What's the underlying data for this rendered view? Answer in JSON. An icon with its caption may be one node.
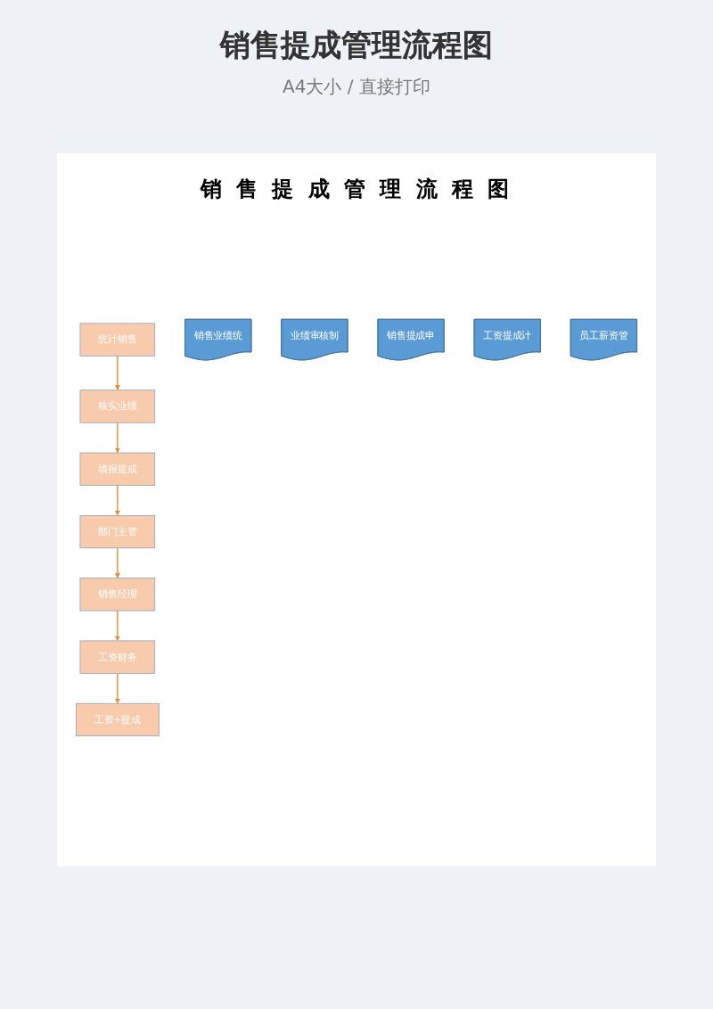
{
  "diagram": {
    "title": "销售提成管理流程图",
    "caption": "A4大小 / 直接打印",
    "nodes": [
      {
        "text": [
          "统计销售"
        ]
      },
      {
        "text": [
          "销售业绩统"
        ]
      },
      {
        "text": [
          "核实业绩"
        ]
      },
      {
        "text": [
          "业绩审核制"
        ]
      },
      {
        "text": [
          "填报提成"
        ]
      },
      {
        "text": [
          "销售提成申"
        ]
      },
      {
        "text": [
          "工资提成计"
        ]
      },
      {
        "text": [
          "部门主管"
        ]
      },
      {
        "text": [
          "销售经理"
        ]
      },
      {
        "text": [
          "工资财务"
        ]
      },
      {
        "text": [
          "员工薪资管"
        ]
      },
      {
        "text": [
          "工资+提成"
        ]
      }
    ],
    "edges": [
      {
        "from": 0,
        "to": 2,
        "arrow": "to"
      },
      {
        "from": 2,
        "to": 4,
        "arrow": "to"
      },
      {
        "from": 4,
        "to": 7,
        "arrow": "to"
      },
      {
        "from": 7,
        "to": 8,
        "arrow": "to"
      },
      {
        "from": 8,
        "to": 9,
        "arrow": "to"
      },
      {
        "from": 9,
        "to": 11,
        "arrow": "to"
      }
    ],
    "labels": [
      "销 售 提 成 管 理 流 程 图"
    ]
  }
}
